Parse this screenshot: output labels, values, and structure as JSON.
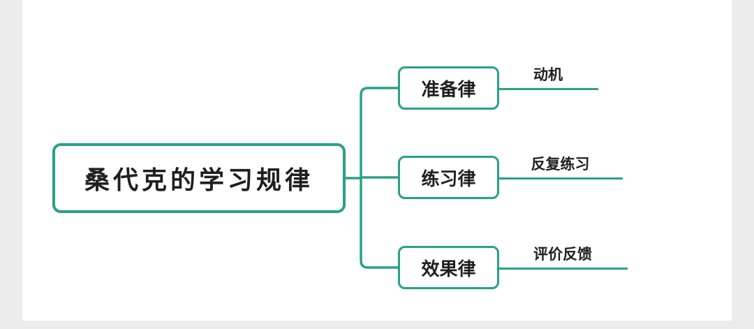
{
  "canvas": {
    "outer_background": "#ececec",
    "inner_background": "#ffffff",
    "accent_color": "#2aa187",
    "text_color": "#1f1f1f"
  },
  "mindmap": {
    "root": {
      "label": "桑代克的学习规律"
    },
    "branches": [
      {
        "label": "准备律",
        "leaf": "动机"
      },
      {
        "label": "练习律",
        "leaf": "反复练习"
      },
      {
        "label": "效果律",
        "leaf": "评价反馈"
      }
    ]
  }
}
